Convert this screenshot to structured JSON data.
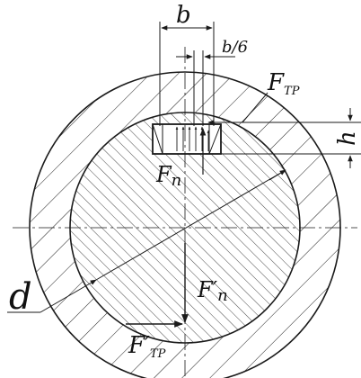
{
  "labels": {
    "b": "b",
    "b_frac": "b/6",
    "ftp": {
      "main": "F",
      "sub": "TP"
    },
    "h": "h",
    "fn": {
      "main": "F",
      "sub": "n"
    },
    "d": "d",
    "fpn": {
      "main": "F′",
      "sub": "n"
    },
    "fptp": {
      "main": "F′",
      "sub": "TP"
    }
  },
  "colors": {
    "line": "#1a1a1a",
    "background": "#ffffff"
  }
}
